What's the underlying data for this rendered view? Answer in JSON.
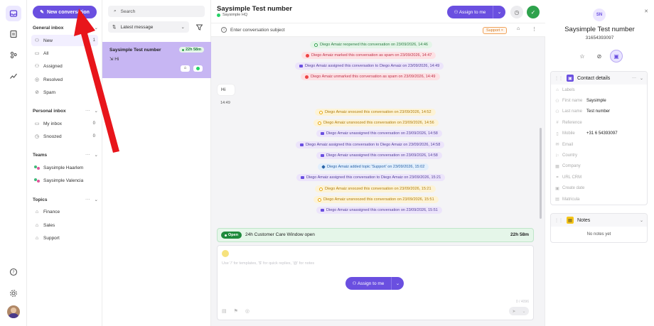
{
  "rail": {
    "items": [
      "inbox",
      "documents",
      "contacts",
      "reports"
    ],
    "bottom": [
      "help",
      "settings"
    ]
  },
  "sidebar": {
    "new_conversation": "New conversation",
    "general_inbox": {
      "title": "General inbox",
      "items": [
        {
          "label": "New",
          "count": "1"
        },
        {
          "label": "All",
          "count": ""
        },
        {
          "label": "Assigned",
          "count": ""
        },
        {
          "label": "Resolved",
          "count": ""
        },
        {
          "label": "Spam",
          "count": ""
        }
      ]
    },
    "personal_inbox": {
      "title": "Personal inbox",
      "items": [
        {
          "label": "My inbox",
          "count": "0"
        },
        {
          "label": "Snoozed",
          "count": "0"
        }
      ]
    },
    "teams": {
      "title": "Teams",
      "items": [
        {
          "label": "Saysimple Haarlem"
        },
        {
          "label": "Saysimple Valencia"
        }
      ]
    },
    "topics": {
      "title": "Topics",
      "items": [
        {
          "label": "Finance"
        },
        {
          "label": "Sales"
        },
        {
          "label": "Support"
        }
      ]
    }
  },
  "convlist": {
    "search_placeholder": "Search",
    "sort_label": "Latest message",
    "items": [
      {
        "name": "Saysimple Test number",
        "timer": "22h 58m",
        "last_message": "Hi"
      }
    ]
  },
  "conversation": {
    "title": "Saysimple Test number",
    "channel": "Saysimple HQ",
    "assign_label": "Assign to me",
    "subject_placeholder": "Enter conversation subject",
    "topic": "Support",
    "events_top": [
      {
        "kind": "green",
        "text": "Diego Amaiz reopened this conversation on 23/09/2026, 14:46"
      },
      {
        "kind": "red",
        "text": "Diego Amaiz marked this conversation as spam on 23/09/2026, 14:47"
      },
      {
        "kind": "purple",
        "text": "Diego Amaiz assigned this conversation to Diego Amaiz on 23/09/2026, 14:49"
      },
      {
        "kind": "red",
        "text": "Diego Amaiz unmarked this conversation as spam on 23/09/2026, 14:49"
      }
    ],
    "message": {
      "text": "Hi",
      "time": "14:49"
    },
    "events_bottom": [
      {
        "kind": "yellow",
        "text": "Diego Amaiz snoozed this conversation on 23/09/2026, 14:52"
      },
      {
        "kind": "yellow",
        "text": "Diego Amaiz unsnoozed this conversation on 23/09/2026, 14:56"
      },
      {
        "kind": "purple",
        "text": "Diego Amaiz unassigned this conversation on 23/09/2026, 14:58"
      },
      {
        "kind": "purple",
        "text": "Diego Amaiz assigned this conversation to Diego Amaiz on 23/09/2026, 14:58"
      },
      {
        "kind": "purple",
        "text": "Diego Amaiz unassigned this conversation on 23/09/2026, 14:58"
      },
      {
        "kind": "blue",
        "text": "Diego Amaiz added topic 'Support' on 23/09/2026, 15:02"
      },
      {
        "kind": "purple",
        "text": "Diego Amaiz assigned this conversation to Diego Amaiz on 23/09/2026, 15:21"
      },
      {
        "kind": "yellow",
        "text": "Diego Amaiz snoozed this conversation on 23/09/2026, 15:21"
      },
      {
        "kind": "yellow",
        "text": "Diego Amaiz unsnoozed this conversation on 23/09/2026, 15:51"
      },
      {
        "kind": "purple",
        "text": "Diego Amaiz unassigned this conversation on 23/09/2026, 15:51"
      }
    ],
    "window": {
      "badge": "Open",
      "text": "24h Customer Care Window open",
      "time": "22h 58m"
    },
    "composer_placeholder": "Use '/' for templates, '$' for quick replies, '@' for notes",
    "counter": "0 / 4096"
  },
  "contact": {
    "initials": "SN",
    "name": "Saysimple Test number",
    "phone": "31654393097",
    "details_title": "Contact details",
    "fields": [
      {
        "label": "Labels",
        "value": ""
      },
      {
        "label": "First name",
        "value": "Saysimple"
      },
      {
        "label": "Last name",
        "value": "Test number"
      },
      {
        "label": "Reference",
        "value": ""
      },
      {
        "label": "Mobile",
        "value": "+31 6 54393097"
      },
      {
        "label": "Email",
        "value": ""
      },
      {
        "label": "Country",
        "value": ""
      },
      {
        "label": "Company",
        "value": ""
      },
      {
        "label": "URL CRM",
        "value": ""
      },
      {
        "label": "Create date",
        "value": ""
      },
      {
        "label": "Matricula",
        "value": ""
      }
    ],
    "notes_title": "Notes",
    "notes_empty": "No notes yet"
  },
  "colors": {
    "accent": "#6a4fe0",
    "selected_row": "#c7b6f3",
    "annotation": "#e8151b"
  }
}
